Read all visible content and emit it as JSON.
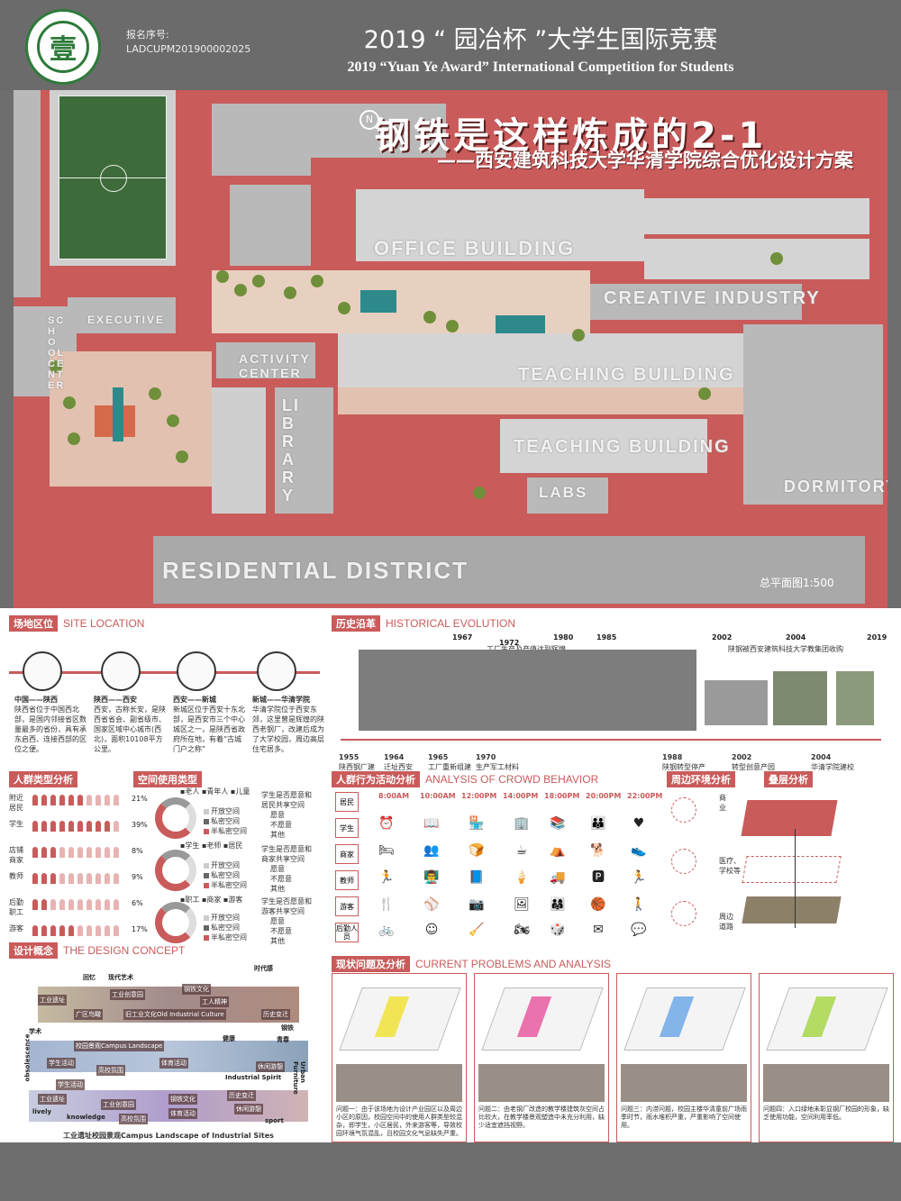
{
  "header": {
    "logo_char": "壹",
    "registration_label": "报名序号:",
    "registration_number": "LADCUPM201900002025",
    "title_cn": "2019 “ 园冶杯 ”大学生国际竞赛",
    "title_en": "2019 “Yuan Ye Award” International Competition for  Students"
  },
  "map": {
    "title": "钢铁是这样炼成的2-1",
    "subtitle": "——西安建筑科技大学华清学院综合优化设计方案",
    "scale_note": "总平面图1:500",
    "north_symbol": "N",
    "labels": {
      "office": "OFFICE BUILDING",
      "creative": "CREATIVE INDUSTRY",
      "executive": "EXECUTIVE",
      "school_center": "SCHOOL CENTER",
      "activity": "ACTIVITY CENTER",
      "library": "LIBRARY",
      "teaching1": "TEACHING BUILDING",
      "teaching2": "TEACHING BUILDING",
      "labs": "LABS",
      "dormitory": "DORMITORY",
      "residential": "RESIDENTIAL  DISTRICT"
    }
  },
  "site_location": {
    "title_cn": "场地区位",
    "title_en": "SITE LOCATION",
    "items": [
      {
        "heading": "中国——陕西",
        "text": "陕西省位于中国西北部，是国内邻接省区数量最多的省份，具有承东启西、连接西部的区位之便。"
      },
      {
        "heading": "陕西——西安",
        "text": "西安，古称长安，是陕西省省会、副省级市、国家区域中心城市(西北)，面积10108平方公里。"
      },
      {
        "heading": "西安——新城",
        "text": "新城区位于西安十东北部，是西安市三个中心城区之一，是陕西省政府所在地，有着“古城门户之称”"
      },
      {
        "heading": "新城——华清学院",
        "text": "华清学院位于西安东郊，这里曾是辉煌的陕西老钢厂，改建后成为了大学校园，周边高层住宅居多。"
      }
    ]
  },
  "history": {
    "title_cn": "历史沿革",
    "title_en": "HISTORICAL  EVOLUTION",
    "top_years": [
      "1967",
      "1972",
      "1980",
      "1985",
      "2002",
      "2004",
      "2019"
    ],
    "top_notes": [
      "工厂生产及产值达到辉煌",
      "陕钢被西安建筑科技大学教集团收购"
    ],
    "bottom_events": [
      {
        "year": "1955",
        "text": "陕西钢厂建厂"
      },
      {
        "year": "1964",
        "text": "迁址西安"
      },
      {
        "year": "1965",
        "text": "工厂重新组建"
      },
      {
        "year": "1970",
        "text": "生产军工材料"
      },
      {
        "year": "1988",
        "text": "陕钢转型停产"
      },
      {
        "year": "2002",
        "text": "转型创意产园"
      },
      {
        "year": "2004",
        "text": "华清学院建校"
      }
    ]
  },
  "crowd": {
    "title_cn": "人群类型分析",
    "rows": [
      {
        "label": "附近居民",
        "pct": "21%"
      },
      {
        "label": "学生",
        "pct": "39%"
      },
      {
        "label": "店铺商家",
        "pct": "8%"
      },
      {
        "label": "教师",
        "pct": "9%"
      },
      {
        "label": "后勤职工",
        "pct": "6%"
      },
      {
        "label": "游客",
        "pct": "17%"
      }
    ]
  },
  "space_use": {
    "title_cn": "空间使用类型",
    "groups": [
      {
        "tags": "▪老人 ▪青年人 ▪儿童",
        "legend": [
          "开放空间",
          "私密空间",
          "半私密空间"
        ],
        "question": "学生是否愿意和居民共享空间",
        "answers": [
          "愿意",
          "不愿意",
          "其他"
        ]
      },
      {
        "tags": "▪学生 ▪老师 ▪居民",
        "legend": [
          "开放空间",
          "私密空间",
          "半私密空间"
        ],
        "question": "学生是否愿意和商家共享空间",
        "answers": [
          "愿意",
          "不愿意",
          "其他"
        ]
      },
      {
        "tags": "▪职工 ▪商家 ▪游客",
        "legend": [
          "开放空间",
          "私密空间",
          "半私密空间"
        ],
        "question": "学生是否愿意和游客共享空间",
        "answers": [
          "愿意",
          "不愿意",
          "其他"
        ]
      }
    ]
  },
  "behavior": {
    "title_cn": "人群行为活动分析",
    "title_en": "ANALYSIS OF CROWD BEHAVIOR",
    "times": [
      "8:00AM",
      "10:00AM",
      "12:00PM",
      "14:00PM",
      "18:00PM",
      "20:00PM",
      "22:00PM"
    ],
    "roles": [
      "居民",
      "学生",
      "商家",
      "教师",
      "游客",
      "后勤人员"
    ]
  },
  "surroundings": {
    "title_cn": "周边环境分析",
    "labels": [
      "商业",
      "医疗、学校等",
      "周边道路"
    ]
  },
  "layers": {
    "title_cn": "叠层分析"
  },
  "concept": {
    "title_cn": "设计概念",
    "title_en": "THE DESIGN CONCEPT",
    "words": [
      "回忆",
      "现代艺术",
      "时代感",
      "学术",
      "健康",
      "钢铁",
      "青春",
      "Industrial Spirit",
      "lively",
      "knowledge",
      "sport",
      "obsolescence",
      "Urban Furniture"
    ],
    "tags": [
      "工业遗址",
      "工业创意园",
      "钢铁文化",
      "工人精神",
      "广区鸟瞰",
      "旧工业文化Old Industrial Culture",
      "历史变迁",
      "校园景观Campus Landscape",
      "学生活动",
      "高校氛围",
      "体育活动",
      "休闲游憩",
      "工业遗址",
      "工业创意园",
      "钢铁文化",
      "历史变迁",
      "学生活动",
      "高校氛围",
      "体育活动",
      "休闲游憩"
    ],
    "footer": "工业遗址校园景观Campus Landscape of Industrial Sites"
  },
  "problems": {
    "title_cn": "现状问题及分析",
    "title_en": "CURRENT PROBLEMS AND ANALYSIS",
    "items": [
      {
        "text": "问题一：由于该场地为设计产业园区以及周边小区的原因，校园空间中的使用人群类型较混杂，即学生，小区居民，外来游客等，导致校园环境气氛混乱，且校园文化气息缺失严重。",
        "color": "#f0e23a"
      },
      {
        "text": "问题二：由老钢厂改造的教学楼建筑灰空间占比较大，在教学楼景观塑造中未充分利用，缺少适宜遮挡视野。",
        "color": "#e85aa0"
      },
      {
        "text": "问题三：内涝问题，校园主楼华清童前广场雨季时节，雨水堆积严重，严重影响了空间使用。",
        "color": "#6fa8e8"
      },
      {
        "text": "问题四：入口绿地未彰显钢厂校园的形象，缺乏使用功能，空间利用率低。",
        "color": "#a8d64a"
      }
    ]
  }
}
